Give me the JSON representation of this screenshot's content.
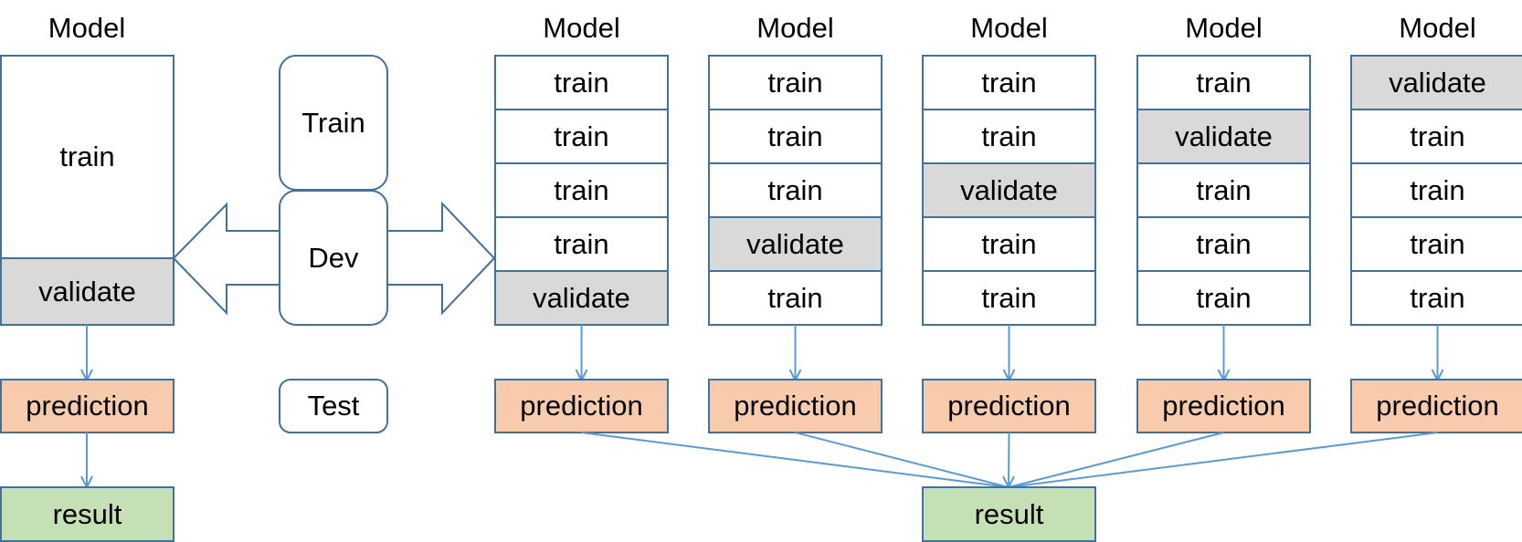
{
  "labels": {
    "model": "Model",
    "train": "train",
    "validate": "validate",
    "prediction": "prediction",
    "result": "result",
    "train_box": "Train",
    "dev_box": "Dev",
    "test_box": "Test"
  },
  "holdout": {
    "title": "Model",
    "train": "train",
    "validate": "validate",
    "prediction": "prediction",
    "result": "result"
  },
  "splits": {
    "train": "Train",
    "dev": "Dev",
    "test": "Test"
  },
  "cv": {
    "models": [
      {
        "title": "Model",
        "folds": [
          "train",
          "train",
          "train",
          "train",
          "validate"
        ],
        "prediction": "prediction"
      },
      {
        "title": "Model",
        "folds": [
          "train",
          "train",
          "train",
          "validate",
          "train"
        ],
        "prediction": "prediction"
      },
      {
        "title": "Model",
        "folds": [
          "train",
          "train",
          "validate",
          "train",
          "train"
        ],
        "prediction": "prediction"
      },
      {
        "title": "Model",
        "folds": [
          "train",
          "validate",
          "train",
          "train",
          "train"
        ],
        "prediction": "prediction"
      },
      {
        "title": "Model",
        "folds": [
          "validate",
          "train",
          "train",
          "train",
          "train"
        ],
        "prediction": "prediction"
      }
    ],
    "result": "result"
  },
  "colors": {
    "stroke": "#41719C",
    "arrow": "#5B9BD5",
    "validate_fill": "#D9D9D9",
    "prediction_fill": "#F8CBAD",
    "result_fill": "#C5E0B4",
    "white": "#FFFFFF"
  }
}
